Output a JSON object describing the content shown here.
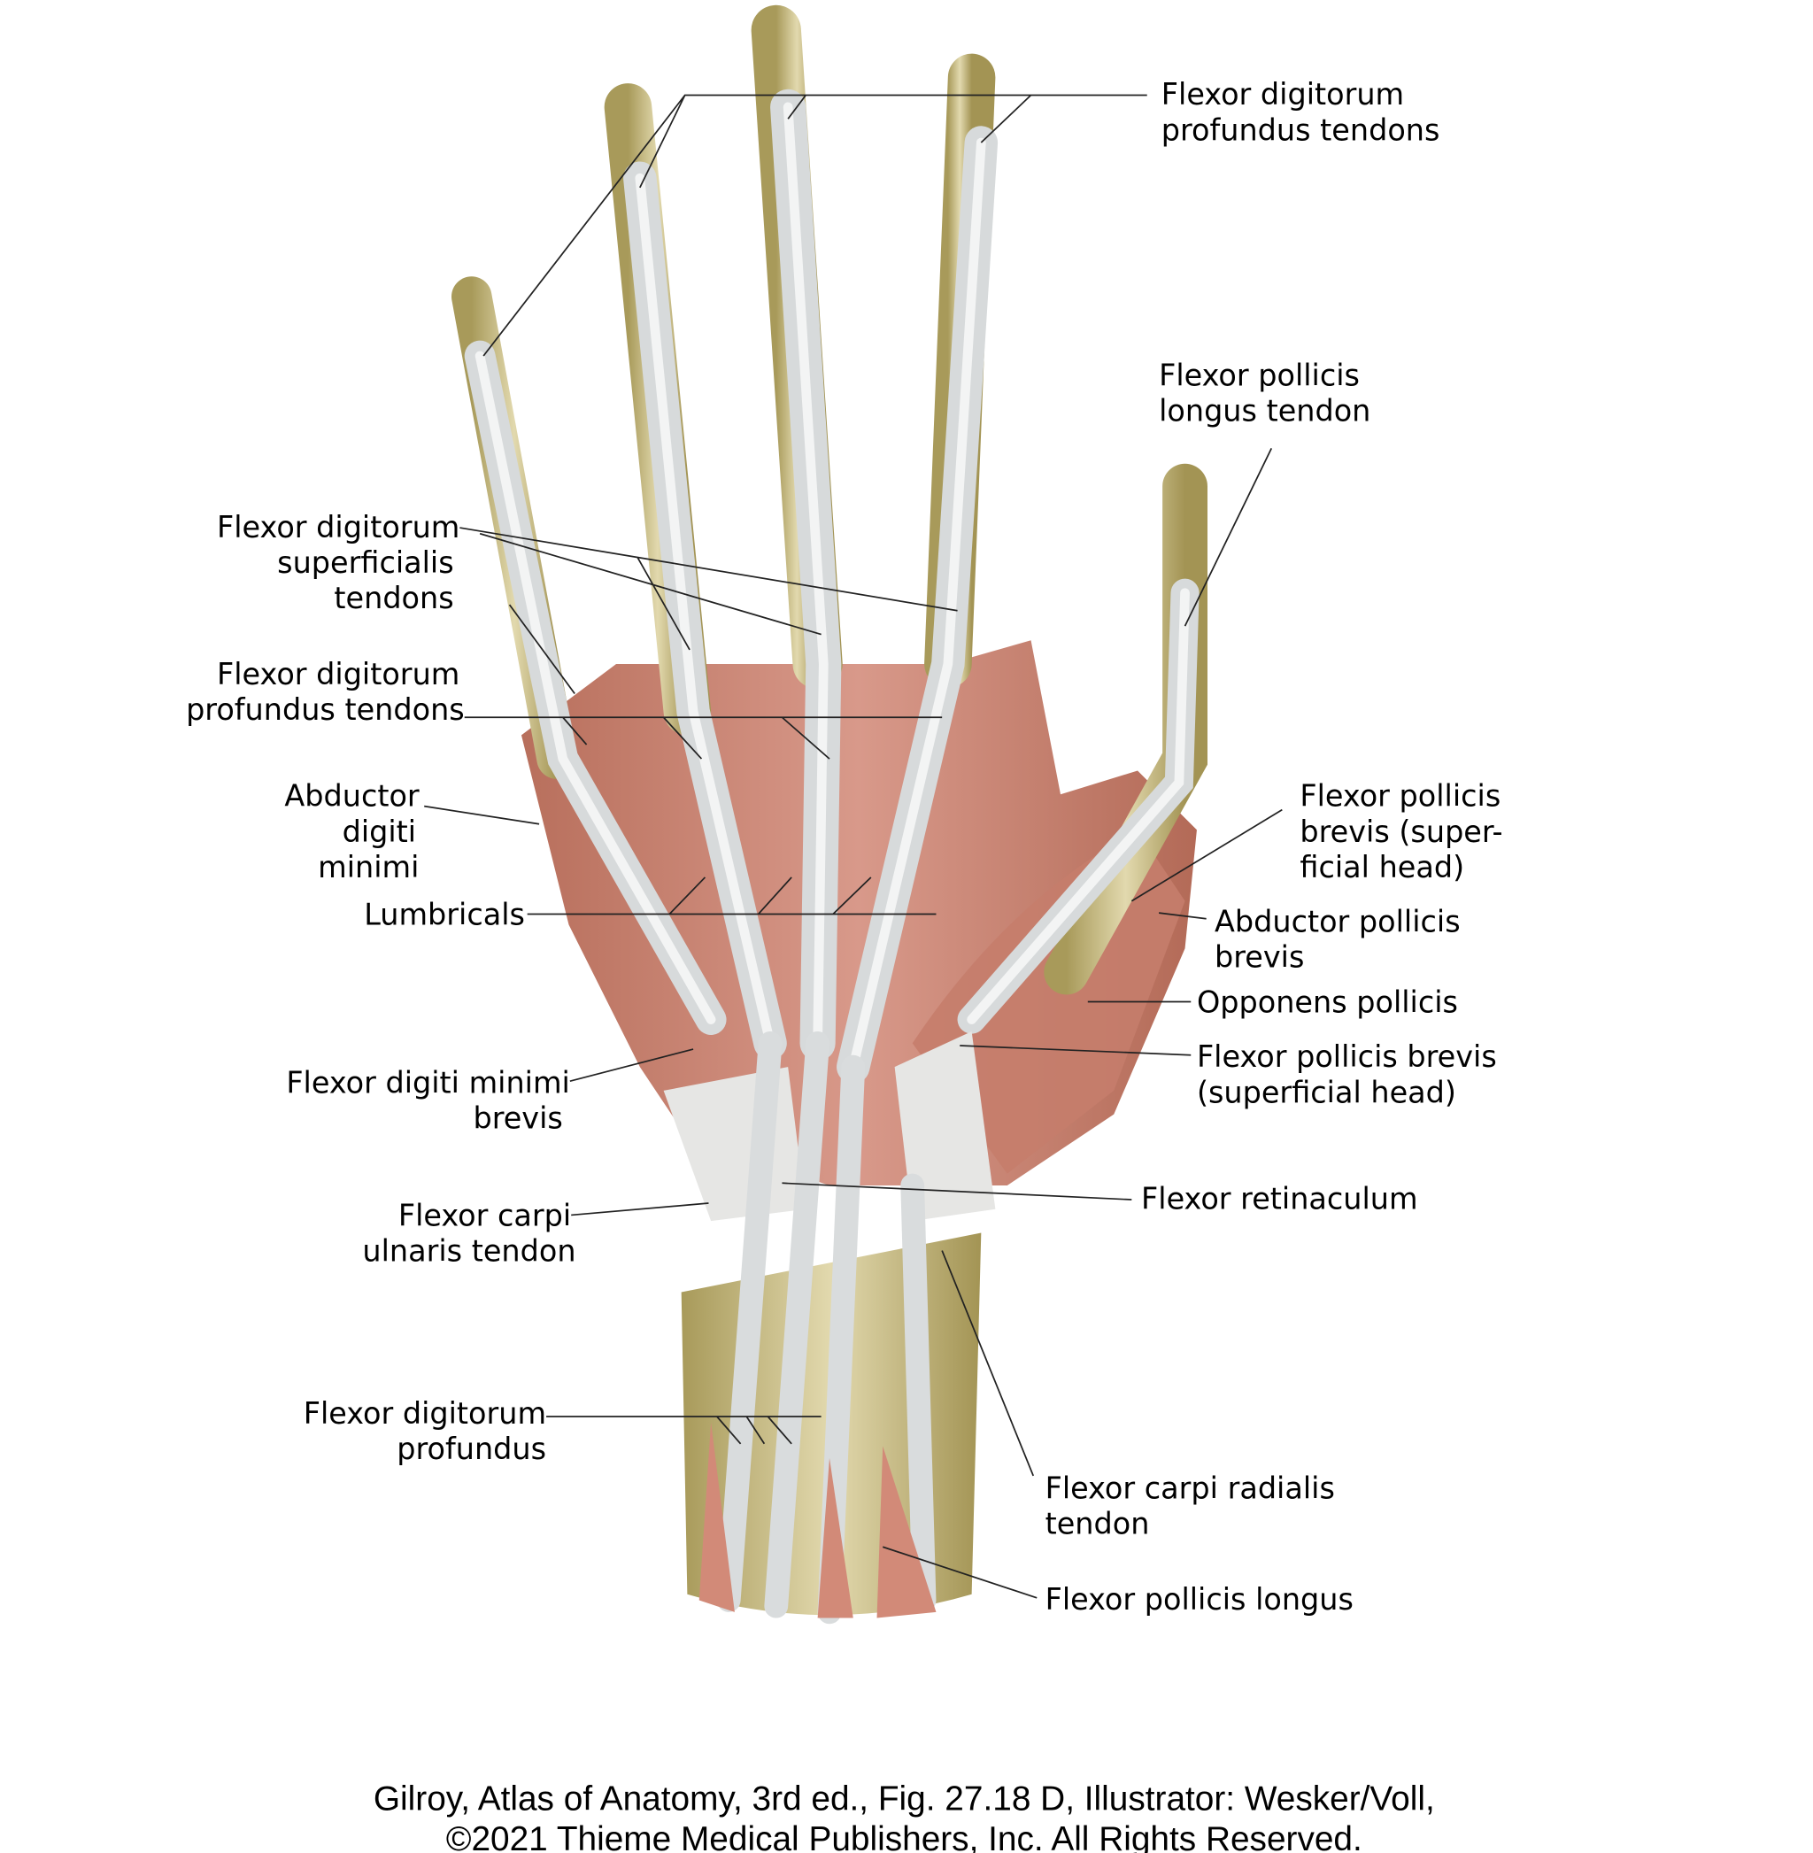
{
  "labels": {
    "fdp_tendons_top": [
      "Flexor digitorum",
      "profundus tendons"
    ],
    "fpl_tendon": [
      "Flexor pollicis",
      "longus tendon"
    ],
    "fds_tendons": [
      "Flexor digitorum",
      "superficialis",
      "tendons"
    ],
    "fdp_tendons_mid": [
      "Flexor digitorum",
      "profundus tendons"
    ],
    "abductor_digiti_minimi": [
      "Abductor",
      "digiti",
      "minimi"
    ],
    "lumbricals": [
      "Lumbricals"
    ],
    "flexor_digiti_minimi_brevis": [
      "Flexor digiti minimi",
      "brevis"
    ],
    "flexor_carpi_ulnaris": [
      "Flexor carpi",
      "ulnaris tendon"
    ],
    "fdp": [
      "Flexor digitorum",
      "profundus"
    ],
    "fpb_superficial_1": [
      "Flexor pollicis",
      "brevis (super-",
      "ficial head)"
    ],
    "abductor_pollicis_brevis": [
      "Abductor pollicis",
      "brevis"
    ],
    "opponens_pollicis": [
      "Opponens pollicis"
    ],
    "fpb_superficial_2": [
      "Flexor pollicis brevis",
      "(superficial head)"
    ],
    "flexor_retinaculum": [
      "Flexor retinaculum"
    ],
    "flexor_carpi_radialis": [
      "Flexor carpi radialis",
      "tendon"
    ],
    "flexor_pollicis_longus": [
      "Flexor pollicis longus"
    ]
  },
  "caption": [
    "Gilroy, Atlas of Anatomy, 3rd ed., Fig. 27.18 D, Illustrator: Wesker/Voll,",
    "©2021 Thieme Medical Publishers, Inc. All Rights Reserved."
  ],
  "colors": {
    "bone": "#cfc493",
    "tendon": "#dcdfe0",
    "muscle": "#c98472"
  }
}
